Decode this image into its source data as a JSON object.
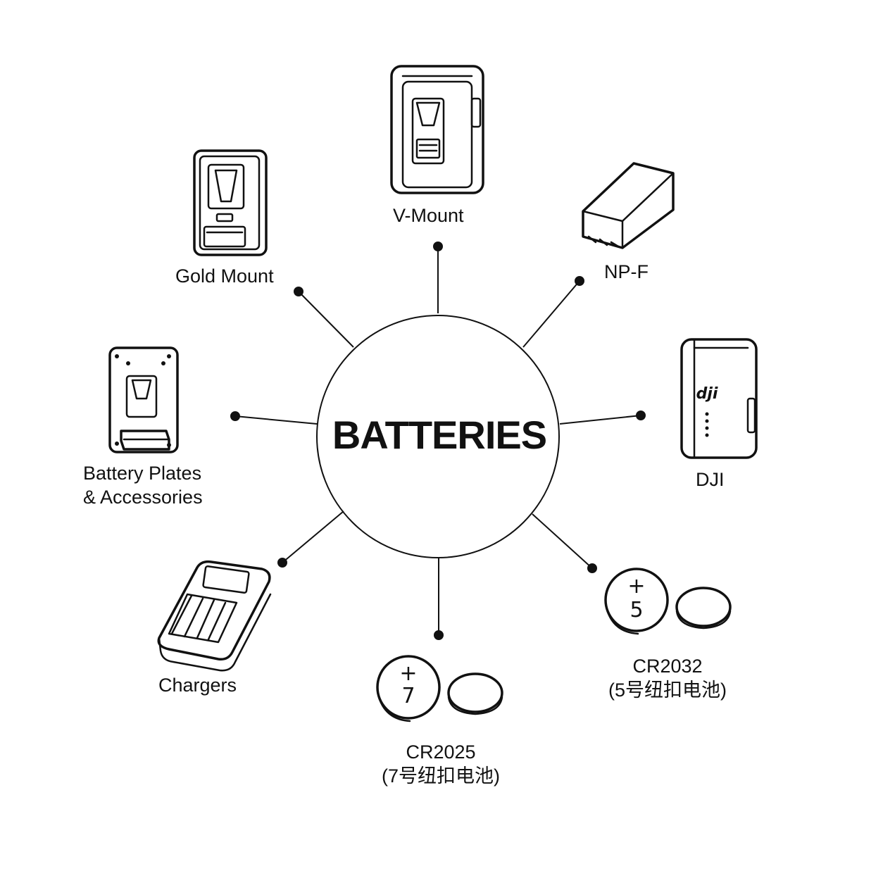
{
  "center": {
    "title": "BATTERIES"
  },
  "categories": {
    "v_mount": "V-Mount",
    "np_f": "NP-F",
    "gold_mount": "Gold Mount",
    "dji": "DJI",
    "plates_line1": "Battery Plates",
    "plates_line2": "& Accessories",
    "chargers": "Chargers",
    "cr2032_line1": "CR2032",
    "cr2032_line2": "(5号纽扣电池)",
    "cr2025_line1": "CR2025",
    "cr2025_line2": "(7号纽扣电池)"
  },
  "icons": {
    "dji_logo": "dji",
    "cr2032_symbol": "+",
    "cr2032_number": "5",
    "cr2025_symbol": "+",
    "cr2025_number": "7"
  },
  "colors": {
    "stroke": "#111111",
    "background": "#ffffff"
  }
}
